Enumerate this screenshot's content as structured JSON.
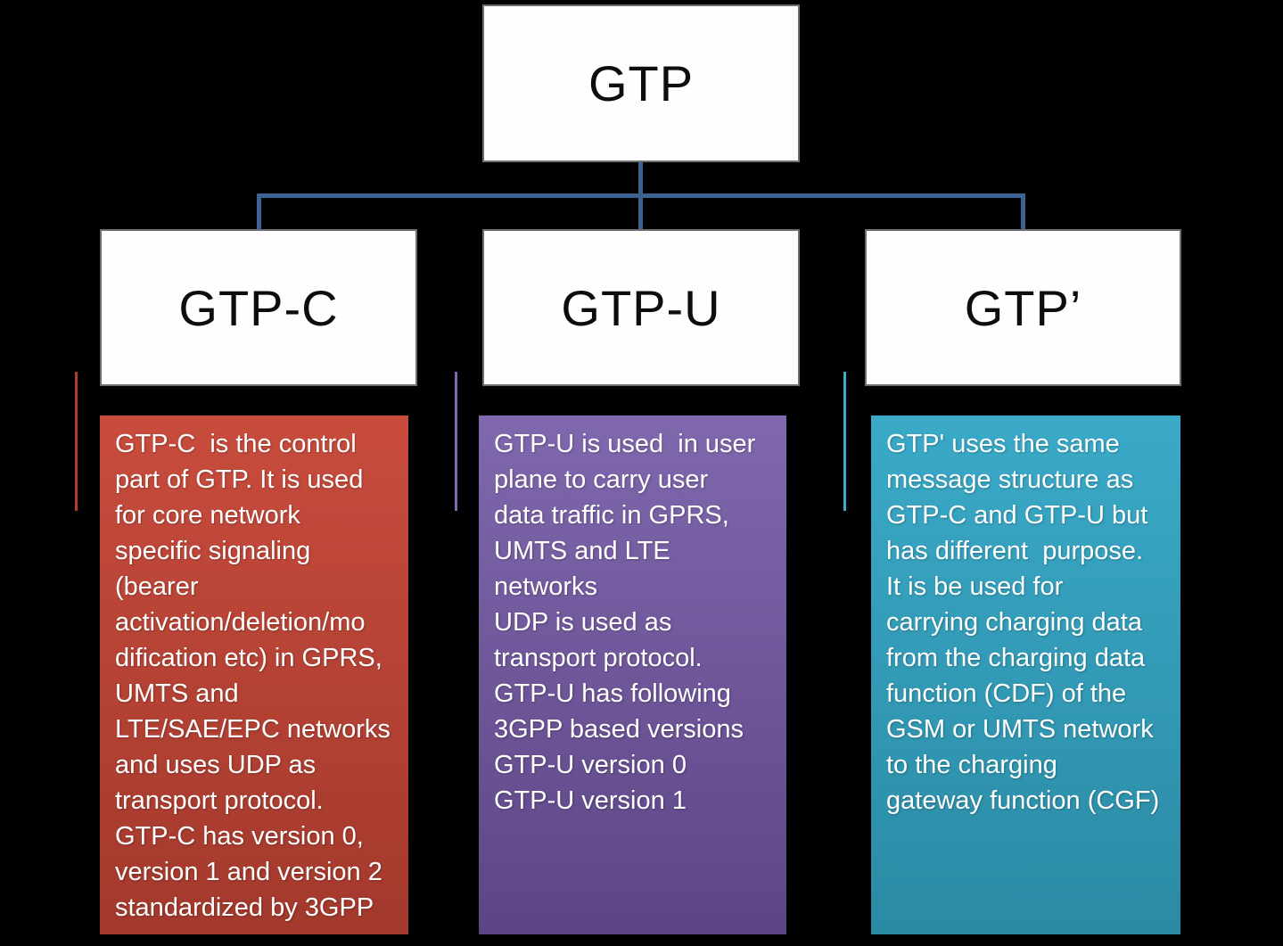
{
  "background_color": "#000000",
  "connector_color": "#3c6294",
  "root": {
    "label": "GTP"
  },
  "columns": [
    {
      "id": "gtp-c",
      "title": "GTP-C",
      "accent_color": "#b23a30",
      "box_color_top": "#c84c3d",
      "box_color_bottom": "#a2392c",
      "description": "GTP-C  is the control\npart of GTP. It is used\nfor core network\nspecific signaling\n(bearer\nactivation/deletion/mo\ndification etc) in GPRS,\nUMTS and\nLTE/SAE/EPC networks\nand uses UDP as\ntransport protocol.\nGTP-C has version 0,\nversion 1 and version 2\nstandardized by 3GPP"
    },
    {
      "id": "gtp-u",
      "title": "GTP-U",
      "accent_color": "#8566b2",
      "box_color_top": "#8068ae",
      "box_color_bottom": "#5d4585",
      "description": "GTP-U is used  in user\nplane to carry user\ndata traffic in GPRS,\nUMTS and LTE\nnetworks\nUDP is used as\ntransport protocol.\nGTP-U has following\n3GPP based versions\nGTP-U version 0\nGTP-U version 1"
    },
    {
      "id": "gtp-prime",
      "title": "GTP’",
      "accent_color": "#42a9cc",
      "box_color_top": "#3aaac8",
      "box_color_bottom": "#2b8aa4",
      "description": "GTP' uses the same\nmessage structure as\nGTP-C and GTP-U but\nhas different  purpose.\nIt is be used for\ncarrying charging data\nfrom the charging data\nfunction (CDF) of the\nGSM or UMTS network\nto the charging\ngateway function (CGF)"
    }
  ]
}
